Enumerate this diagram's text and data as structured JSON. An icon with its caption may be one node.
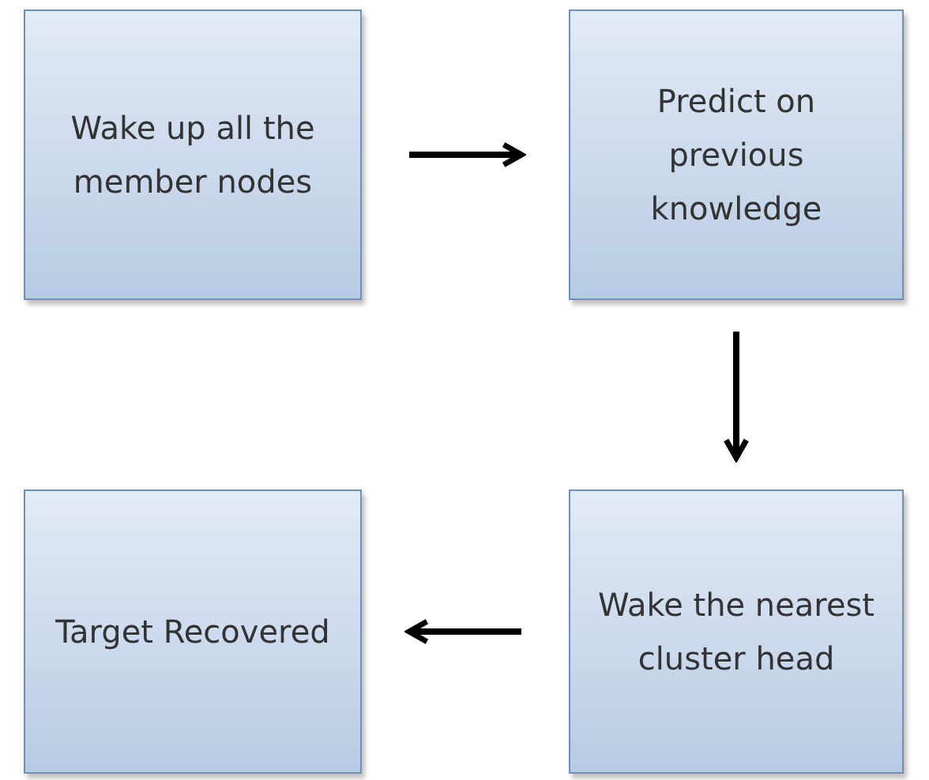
{
  "diagram": {
    "nodes": [
      {
        "text": [
          "Wake up all the member nodes"
        ]
      },
      {
        "text": [
          "Predict on previous knowledge"
        ]
      },
      {
        "text": [
          "Target Recovered"
        ]
      },
      {
        "text": [
          "Wake the nearest cluster head"
        ]
      }
    ],
    "edges": [
      {
        "from": 0,
        "to": 1,
        "arrow": "to"
      },
      {
        "from": 1,
        "to": 3,
        "arrow": "to"
      },
      {
        "from": 3,
        "to": 2,
        "arrow": "to"
      }
    ]
  }
}
